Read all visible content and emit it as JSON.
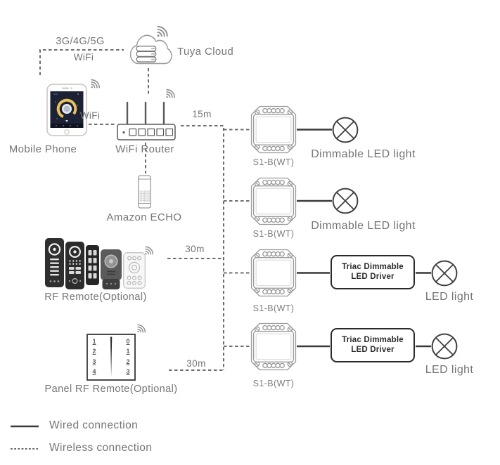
{
  "nodes": {
    "mobile_phone": {
      "label": "Mobile Phone"
    },
    "tuya_cloud": {
      "label": "Tuya Cloud"
    },
    "wifi_router": {
      "label": "WiFi Router"
    },
    "amazon_echo": {
      "label": "Amazon ECHO"
    },
    "rf_remote": {
      "label": "RF Remote(Optional)"
    },
    "panel_rf_remote": {
      "label": "Panel RF Remote(Optional)",
      "left_keys": [
        "1",
        "2",
        "3",
        "4"
      ],
      "right_keys": [
        "0",
        "1",
        "2",
        "3"
      ]
    }
  },
  "connections": {
    "phone_cloud": {
      "label_line1": "3G/4G/5G",
      "label_line2": "WiFi"
    },
    "phone_router": {
      "label": "WiFi"
    },
    "router_receivers": {
      "label": "15m"
    },
    "rf_receivers": {
      "label": "30m"
    },
    "panel_receivers": {
      "label": "30m"
    }
  },
  "receivers": [
    {
      "label": "S1-B(WT)",
      "output": {
        "type": "direct",
        "light_label": "Dimmable LED light"
      }
    },
    {
      "label": "S1-B(WT)",
      "output": {
        "type": "direct",
        "light_label": "Dimmable LED light"
      }
    },
    {
      "label": "S1-B(WT)",
      "output": {
        "type": "driver",
        "driver_line1": "Triac Dimmable",
        "driver_line2": "LED Driver",
        "light_label": "LED light"
      }
    },
    {
      "label": "S1-B(WT)",
      "output": {
        "type": "driver",
        "driver_line1": "Triac Dimmable",
        "driver_line2": "LED Driver",
        "light_label": "LED light"
      }
    }
  ],
  "legend": {
    "wired": "Wired connection",
    "wireless": "Wireless connection"
  },
  "colors": {
    "wired_line": "#3a3a3a",
    "wireless_line": "#6e6e6e",
    "text_gray": "#757575",
    "module_stroke": "#9b9b9b",
    "driver_border": "#2a2a2a",
    "phone_screen_navy": "#1c2134",
    "dial_gold": "#e7c05c"
  }
}
